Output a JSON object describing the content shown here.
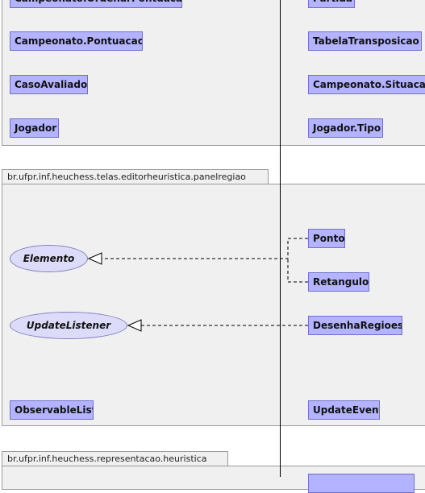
{
  "top_package": {
    "classes_left": [
      "Campeonato.OrdenarPontuacao",
      "Campeonato.Pontuacao",
      "CasoAvaliado",
      "Jogador"
    ],
    "classes_right": [
      "Partida",
      "TabelaTransposicao",
      "Campeonato.Situacao",
      "Jogador.Tipo"
    ]
  },
  "panelregiao_package": {
    "name": "br.ufpr.inf.heuchess.telas.editorheuristica.panelregiao",
    "interfaces": [
      "Elemento",
      "UpdateListener"
    ],
    "classes": [
      "Ponto",
      "Retangulo",
      "DesenhaRegioes",
      "ObservableList",
      "UpdateEvent"
    ]
  },
  "heuristica_package": {
    "name": "br.ufpr.inf.heuchess.representacao.heuristica"
  },
  "colors": {
    "class_fill": "#b3b3ff",
    "interface_fill": "#dcdcfa",
    "package_fill": "#f0f0f0"
  }
}
